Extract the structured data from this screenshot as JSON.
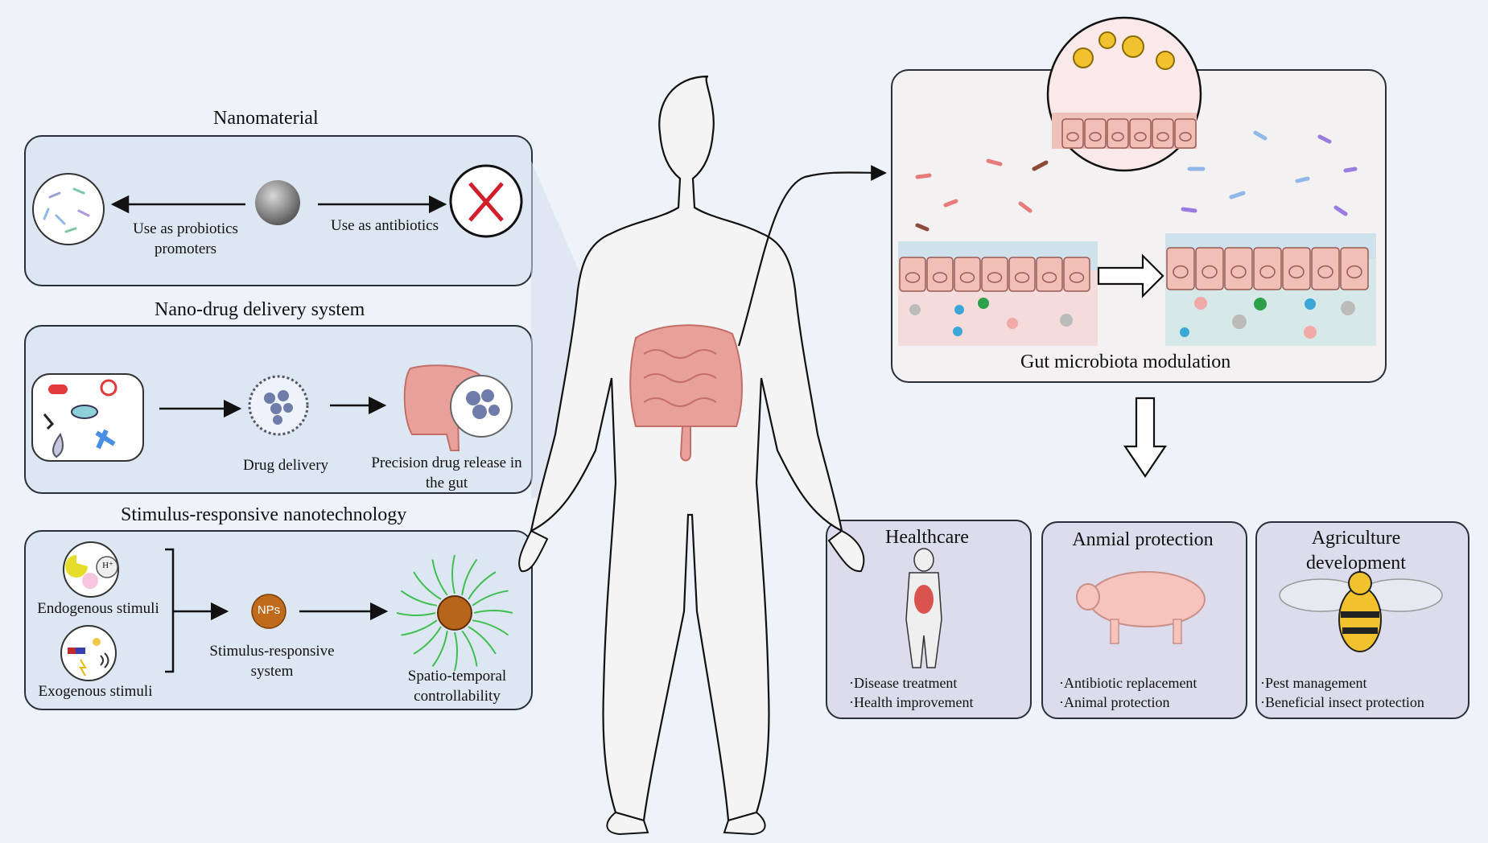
{
  "nanomaterial": {
    "title": "Nanomaterial",
    "probiotics_label": "Use as probiotics promoters",
    "antibiotics_label": "Use as antibiotics"
  },
  "delivery": {
    "title": "Nano-drug delivery system",
    "drug_delivery_label": "Drug delivery",
    "release_label": "Precision drug release in the gut"
  },
  "stimulus": {
    "title": "Stimulus-responsive nanotechnology",
    "endogenous_label": "Endogenous stimuli",
    "exogenous_label": "Exogenous stimuli",
    "system_label": "Stimulus-responsive system",
    "nps_label": "NPs",
    "h_plus_label": "H⁺",
    "controllability_label": "Spatio-temporal controllability"
  },
  "microbiota": {
    "title": "Gut microbiota modulation"
  },
  "applications": [
    {
      "title": "Healthcare",
      "bullets": [
        "·Disease treatment",
        "·Health improvement"
      ]
    },
    {
      "title": "Anmial protection",
      "bullets": [
        "·Antibiotic replacement",
        "·Animal protection"
      ]
    },
    {
      "title": "Agriculture development",
      "bullets": [
        "·Pest management",
        "·Beneficial insect protection"
      ]
    }
  ],
  "colors": {
    "panel_fill": "#dde6f3",
    "card_fill": "#dcdcec",
    "intestine": "#e8a09a",
    "np_orange": "#c06a1c"
  }
}
